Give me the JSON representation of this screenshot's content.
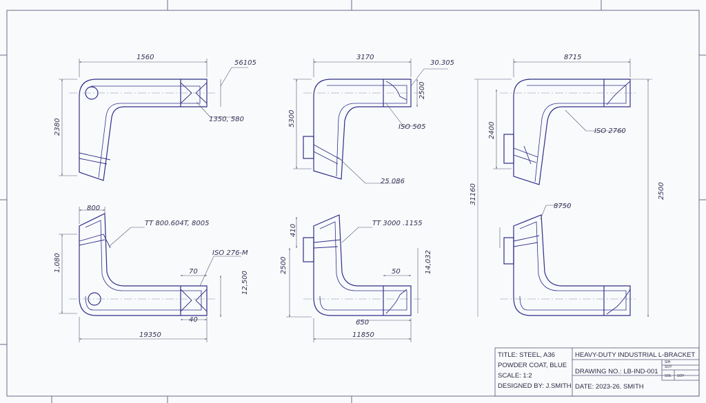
{
  "dimensions": {
    "tl": {
      "top": "1560",
      "callout": "56105",
      "left": "2380",
      "iso": "1350, 580"
    },
    "tm": {
      "top": "3170",
      "callout": "30.305",
      "right": "2500",
      "left": "5300",
      "iso": "ISO 505",
      "bottom": "25 086"
    },
    "tr": {
      "top": "8715",
      "left": "2400",
      "iso": "ISO 2760",
      "overall": "31160",
      "right": "2500"
    },
    "bl": {
      "top": "800",
      "coat": "TT 800.604T, 8005",
      "left": "1,080",
      "iso": "ISO 276-M",
      "slot": "70",
      "right": "12,500",
      "under": "40",
      "bottom": "19350"
    },
    "bm": {
      "small": "410",
      "left": "2500",
      "coat": "TT 3000 .1155",
      "right": "14,032",
      "slot": "50",
      "under": "650",
      "bottom": "11850"
    },
    "br": {
      "callout": "8750"
    }
  },
  "title_block": {
    "title": "TITLE: STEEL, A36",
    "finish": "POWDER COAT, BLUE",
    "scale": "SCALE: 1:2",
    "designer": "DESIGNED BY: J.SMITH",
    "part_name": "HEAVY-DUTY INDUSTRIAL L-BRACKET",
    "drawing_no": "DRAWING NO.: LB-IND-001",
    "date": "DATE: 2023-26. SMITH",
    "rev_a": "SIH",
    "rev_b": "SOY",
    "rev_c": "SOL",
    "rev_d": "SOY"
  },
  "colors": {
    "line": "#2e2e86",
    "center": "#5a5a80",
    "dim": "#555570"
  }
}
